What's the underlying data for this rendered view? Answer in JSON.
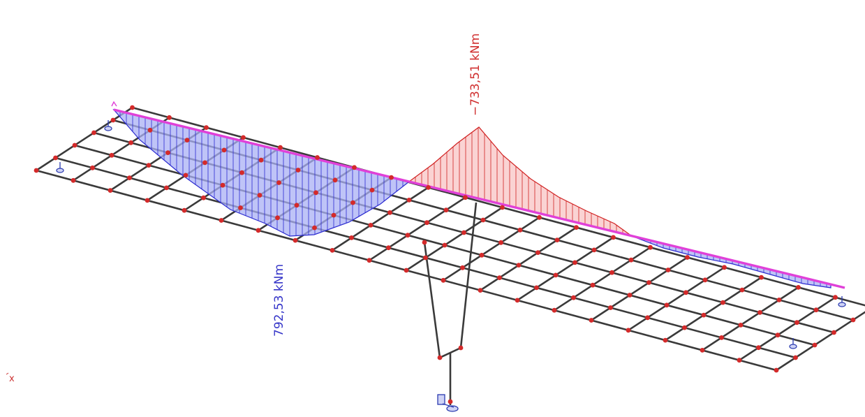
{
  "view": {
    "background": "#ffffff",
    "axis_label": "x"
  },
  "labels": {
    "negative_moment": "−733,51 kNm",
    "positive_moment": "792,53 kNm"
  },
  "colors": {
    "grid": "#3a3a3a",
    "node": "#d42a2a",
    "beam": "#e040d8",
    "positive_fill": "#aab0f4",
    "positive_line": "#2a2ad0",
    "negative_fill": "#f8c4c4",
    "negative_line": "#d02020",
    "support": "#2a3ab0",
    "negative_text": "#d03030",
    "positive_text": "#3535c8",
    "axis_text": "#cc3333"
  },
  "icons": {
    "support": "pinned-support-icon",
    "axis": "axis-triad-icon"
  }
}
